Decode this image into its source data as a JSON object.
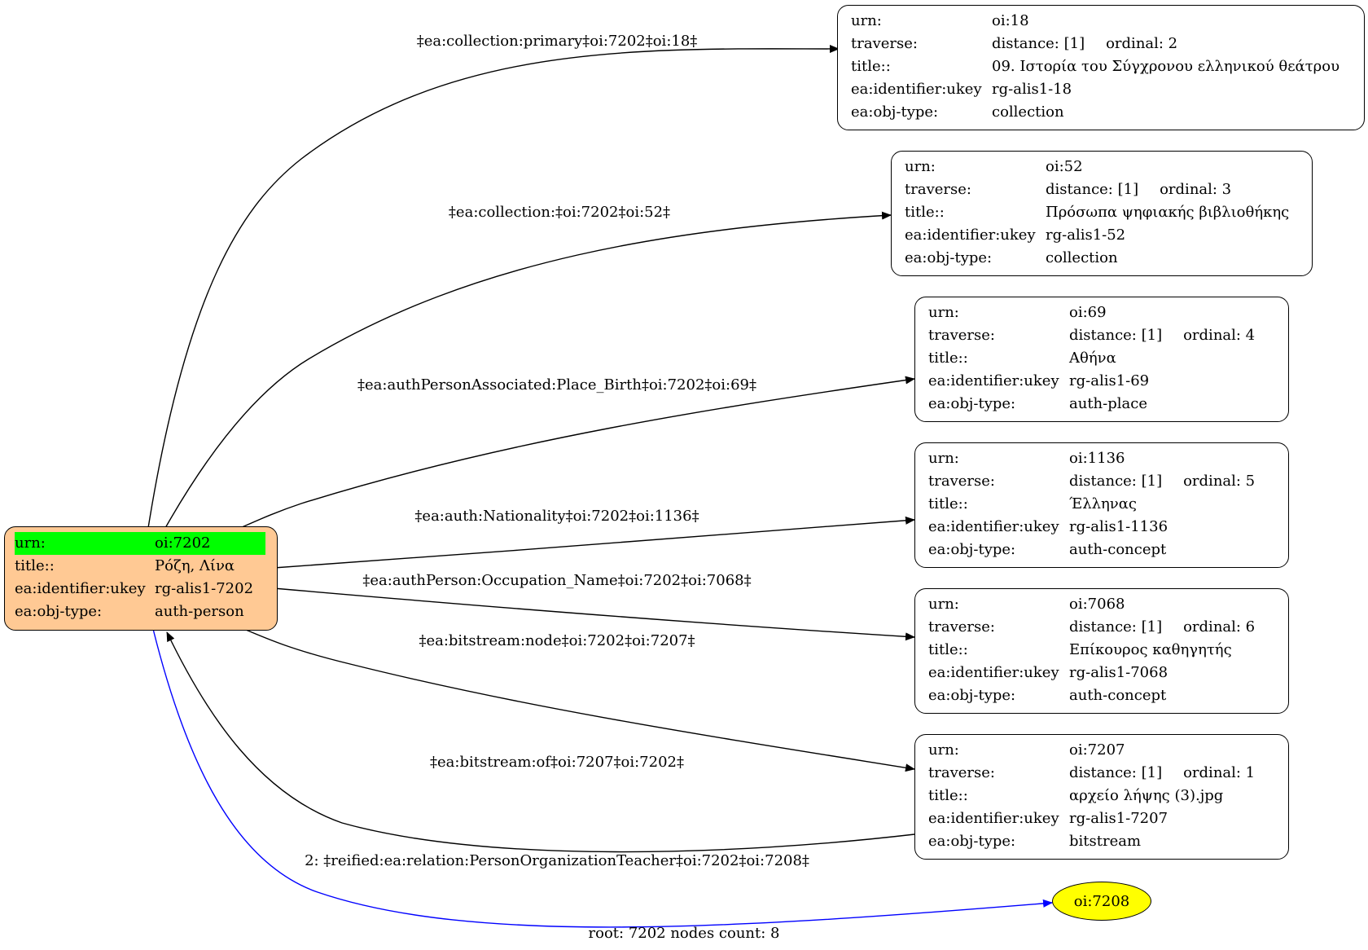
{
  "root_node": {
    "urn_key": "urn:",
    "urn_val": "oi:7202",
    "title_key": "title::",
    "title_val": "Ρόζη, Λίνα",
    "ukey_key": "ea:identifier:ukey",
    "ukey_val": "rg-alis1-7202",
    "type_key": "ea:obj-type:",
    "type_val": "auth-person",
    "highlight_color": "#00ff00",
    "fill_color": "#ffc994"
  },
  "nodes": [
    {
      "urn_key": "urn:",
      "urn": "oi:18",
      "traverse_key": "traverse:",
      "distance": "distance: [1]",
      "ordinal": "ordinal: 2",
      "title_key": "title::",
      "title": "09. Ιστορία του Σύγχρονου ελληνικού θεάτρου",
      "ukey_key": "ea:identifier:ukey",
      "ukey": "rg-alis1-18",
      "type_key": "ea:obj-type:",
      "type": "collection"
    },
    {
      "urn_key": "urn:",
      "urn": "oi:52",
      "traverse_key": "traverse:",
      "distance": "distance: [1]",
      "ordinal": "ordinal: 3",
      "title_key": "title::",
      "title": "Πρόσωπα ψηφιακής βιβλιοθήκης",
      "ukey_key": "ea:identifier:ukey",
      "ukey": "rg-alis1-52",
      "type_key": "ea:obj-type:",
      "type": "collection"
    },
    {
      "urn_key": "urn:",
      "urn": "oi:69",
      "traverse_key": "traverse:",
      "distance": "distance: [1]",
      "ordinal": "ordinal: 4",
      "title_key": "title::",
      "title": "Αθήνα",
      "ukey_key": "ea:identifier:ukey",
      "ukey": "rg-alis1-69",
      "type_key": "ea:obj-type:",
      "type": "auth-place"
    },
    {
      "urn_key": "urn:",
      "urn": "oi:1136",
      "traverse_key": "traverse:",
      "distance": "distance: [1]",
      "ordinal": "ordinal: 5",
      "title_key": "title::",
      "title": "Έλληνας",
      "ukey_key": "ea:identifier:ukey",
      "ukey": "rg-alis1-1136",
      "type_key": "ea:obj-type:",
      "type": "auth-concept"
    },
    {
      "urn_key": "urn:",
      "urn": "oi:7068",
      "traverse_key": "traverse:",
      "distance": "distance: [1]",
      "ordinal": "ordinal: 6",
      "title_key": "title::",
      "title": "Επίκουρος καθηγητής",
      "ukey_key": "ea:identifier:ukey",
      "ukey": "rg-alis1-7068",
      "type_key": "ea:obj-type:",
      "type": "auth-concept"
    },
    {
      "urn_key": "urn:",
      "urn": "oi:7207",
      "traverse_key": "traverse:",
      "distance": "distance: [1]",
      "ordinal": "ordinal: 1",
      "title_key": "title::",
      "title": "αρχείο λήψης (3).jpg",
      "ukey_key": "ea:identifier:ukey",
      "ukey": "rg-alis1-7207",
      "type_key": "ea:obj-type:",
      "type": "bitstream"
    }
  ],
  "ellipse_node": {
    "label": "oi:7208",
    "color": "#ffff00"
  },
  "edges": [
    {
      "label": "‡ea:collection:primary‡oi:7202‡oi:18‡"
    },
    {
      "label": "‡ea:collection:‡oi:7202‡oi:52‡"
    },
    {
      "label": "‡ea:authPersonAssociated:Place_Birth‡oi:7202‡oi:69‡"
    },
    {
      "label": "‡ea:auth:Nationality‡oi:7202‡oi:1136‡"
    },
    {
      "label": "‡ea:authPerson:Occupation_Name‡oi:7202‡oi:7068‡"
    },
    {
      "label": "‡ea:bitstream:node‡oi:7202‡oi:7207‡"
    },
    {
      "label": "‡ea:bitstream:of‡oi:7207‡oi:7202‡"
    },
    {
      "label": "2: ‡reified:ea:relation:PersonOrganizationTeacher‡oi:7202‡oi:7208‡",
      "color": "#0000ff"
    }
  ],
  "footer": "root: 7202 nodes count: 8"
}
